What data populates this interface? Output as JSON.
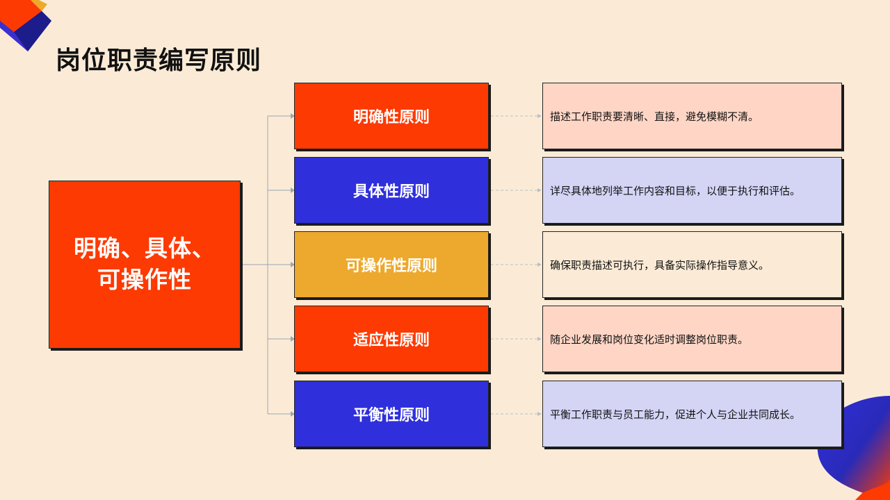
{
  "page": {
    "title": "岗位职责编写原则",
    "background": "#fbebd6"
  },
  "root": {
    "label": "明确、具体、\n可操作性",
    "color": "#fd3a02"
  },
  "principles": [
    {
      "label": "明确性原则",
      "color": "#fd3a02",
      "description": "描述工作职责要清晰、直接，避免模糊不清。",
      "desc_bg": "#ffd6c6"
    },
    {
      "label": "具体性原则",
      "color": "#2f2fdc",
      "description": "详尽具体地列举工作内容和目标，以便于执行和评估。",
      "desc_bg": "#d4d5f5"
    },
    {
      "label": "可操作性原则",
      "color": "#eda92d",
      "description": "确保职责描述可执行，具备实际操作指导意义。",
      "desc_bg": "#fbebd6"
    },
    {
      "label": "适应性原则",
      "color": "#fd3a02",
      "description": "随企业发展和岗位变化适时调整岗位职责。",
      "desc_bg": "#ffd6c6"
    },
    {
      "label": "平衡性原则",
      "color": "#2f2fdc",
      "description": "平衡工作职责与员工能力，促进个人与企业共同成长。",
      "desc_bg": "#d4d5f5"
    }
  ]
}
